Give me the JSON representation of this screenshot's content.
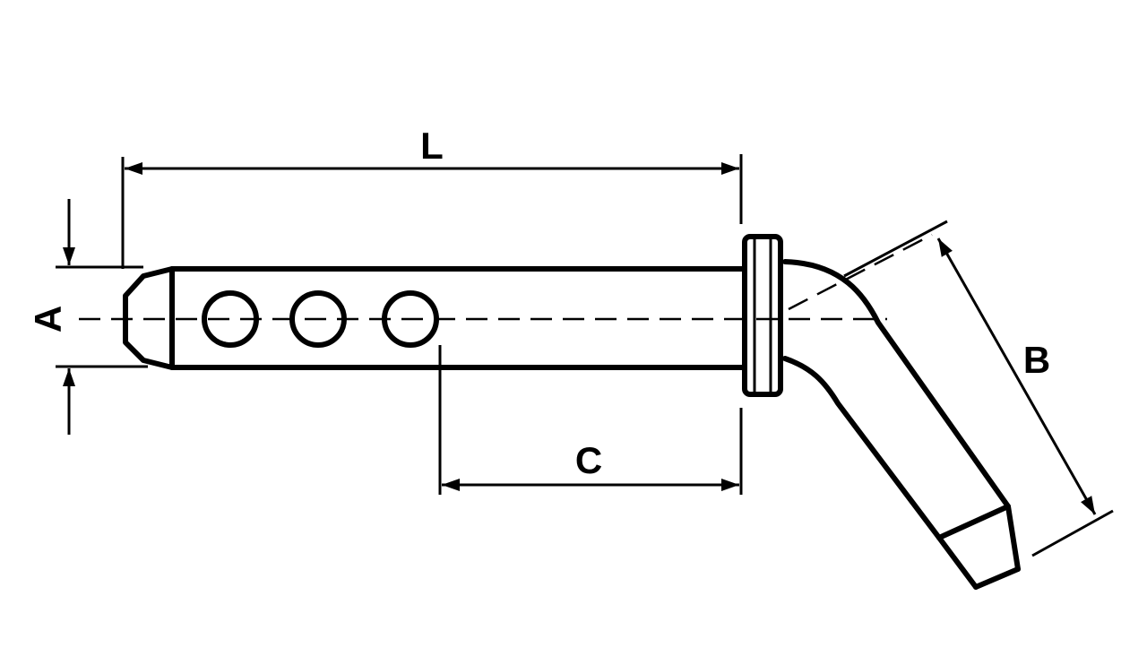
{
  "diagram": {
    "labels": {
      "length": "L",
      "diameter": "A",
      "hole_offset": "C",
      "handle": "B"
    }
  }
}
